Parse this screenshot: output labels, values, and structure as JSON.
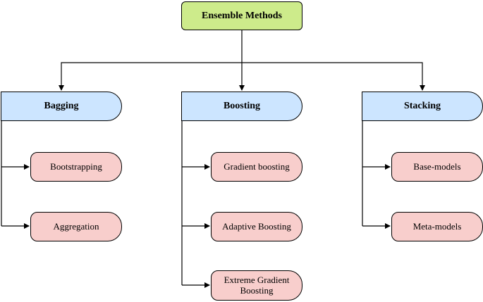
{
  "root": {
    "label": "Ensemble Methods"
  },
  "categories": [
    {
      "label": "Bagging",
      "items": [
        "Bootstrapping",
        "Aggregation"
      ]
    },
    {
      "label": "Boosting",
      "items": [
        "Gradient boosting",
        "Adaptive Boosting",
        "Extreme Gradient Boosting"
      ]
    },
    {
      "label": "Stacking",
      "items": [
        "Base-models",
        "Meta-models"
      ]
    }
  ],
  "colors": {
    "root_fill": "#cdeb8b",
    "category_fill": "#cce5ff",
    "item_fill": "#f8cecc",
    "line": "#000000"
  }
}
